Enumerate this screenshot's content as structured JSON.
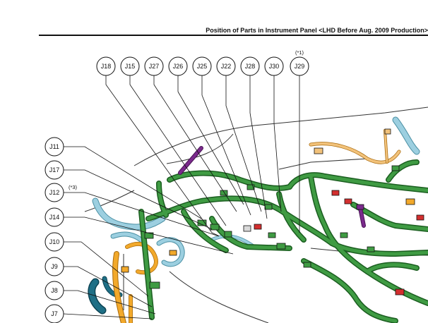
{
  "header": {
    "title": "Position of Parts in Instrument Panel <LHD Before Aug. 2009 Production>"
  },
  "top_callouts": [
    {
      "label": "J18"
    },
    {
      "label": "J15"
    },
    {
      "label": "J27"
    },
    {
      "label": "J26"
    },
    {
      "label": "J25"
    },
    {
      "label": "J22"
    },
    {
      "label": "J28"
    },
    {
      "label": "J30"
    },
    {
      "label": "J29"
    }
  ],
  "left_callouts": [
    {
      "label": "J11"
    },
    {
      "label": "J17"
    },
    {
      "label": "J12"
    },
    {
      "label": "J14"
    },
    {
      "label": "J10"
    },
    {
      "label": "J9"
    },
    {
      "label": "J8"
    },
    {
      "label": "J7"
    }
  ],
  "notes": {
    "j29": "(*1)",
    "j12": "(*3)"
  },
  "colors": {
    "harness_main": "#2e7d32",
    "harness_dark": "#1b5e20",
    "harness_blue": "#9ccfe0",
    "harness_orange": "#f2a92b",
    "harness_teal": "#1e6f86",
    "harness_purple": "#7b2a8c",
    "connector_red": "#d32f2f",
    "outline": "#222222"
  }
}
